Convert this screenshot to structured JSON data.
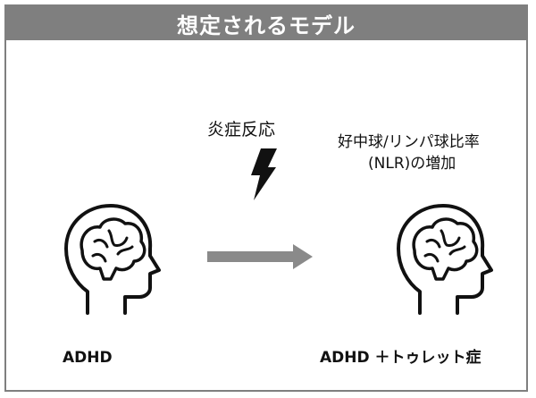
{
  "title": "想定されるモデル",
  "trigger": {
    "label": "炎症反応",
    "icon": "lightning-icon"
  },
  "marker": {
    "line1": "好中球/リンパ球比率",
    "line2": "(NLR)の増加"
  },
  "before": {
    "label": "ADHD",
    "icon": "brain-head-icon"
  },
  "after": {
    "label": "ADHD ＋トゥレット症",
    "icon": "brain-head-icon"
  },
  "arrow": {
    "icon": "arrow-right-icon"
  },
  "colors": {
    "frame": "#7f7f7f",
    "title_text": "#ffffff",
    "arrow": "#8a8a8a",
    "ink": "#111111"
  }
}
